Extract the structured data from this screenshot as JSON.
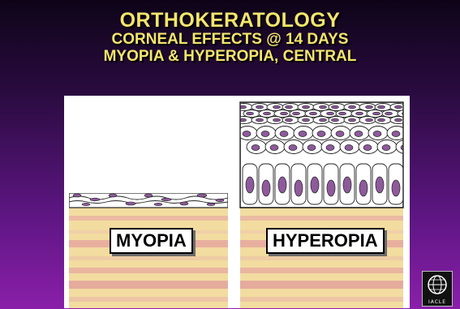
{
  "slide": {
    "title_line1": "ORTHOKERATOLOGY",
    "title_line2": "CORNEAL EFFECTS @ 14 DAYS",
    "title_line3": "MYOPIA & HYPEROPIA, CENTRAL"
  },
  "panels": {
    "left_label": "MYOPIA",
    "right_label": "HYPEROPIA"
  },
  "logo": {
    "text": "IACLE",
    "icon": "globe-logo-icon"
  },
  "colors": {
    "title": "#f4e56d",
    "cell_nucleus": "#8e5a9c",
    "stroma_base": "#f2dca0",
    "stroma_stripe": "#e9a8a0"
  }
}
